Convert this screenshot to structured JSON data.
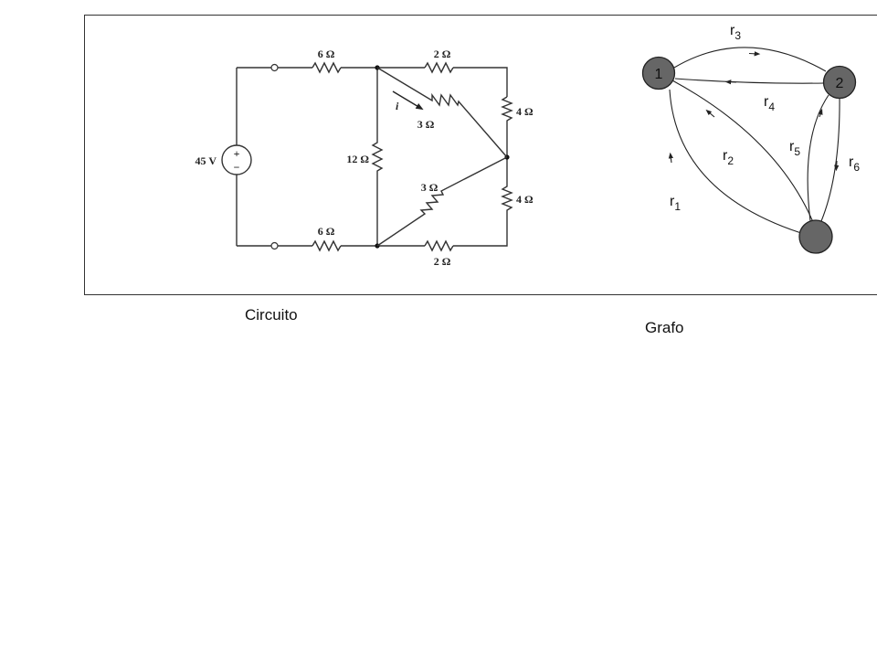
{
  "circuit": {
    "source": "45 V",
    "source_plus": "+",
    "source_minus": "−",
    "top_left_resistor": "6 Ω",
    "top_right_resistor": "2 Ω",
    "bottom_left_resistor": "6 Ω",
    "bottom_right_resistor": "2 Ω",
    "middle_resistor": "12 Ω",
    "diag_upper_resistor": "3 Ω",
    "diag_lower_resistor": "3 Ω",
    "right_upper_resistor": "4 Ω",
    "right_lower_resistor": "4 Ω",
    "current_label": "i",
    "caption": "Circuito"
  },
  "graph": {
    "caption": "Grafo",
    "nodes": [
      {
        "id": "1",
        "label": "1",
        "color": "#666666"
      },
      {
        "id": "2",
        "label": "2",
        "color": "#666666"
      },
      {
        "id": "3",
        "label": "",
        "color": "#666666"
      }
    ],
    "edges": [
      {
        "id": "r1",
        "name": "r",
        "sub": "1"
      },
      {
        "id": "r2",
        "name": "r",
        "sub": "2"
      },
      {
        "id": "r3",
        "name": "r",
        "sub": "3"
      },
      {
        "id": "r4",
        "name": "r",
        "sub": "4"
      },
      {
        "id": "r5",
        "name": "r",
        "sub": "5"
      },
      {
        "id": "r6",
        "name": "r",
        "sub": "6"
      }
    ]
  }
}
